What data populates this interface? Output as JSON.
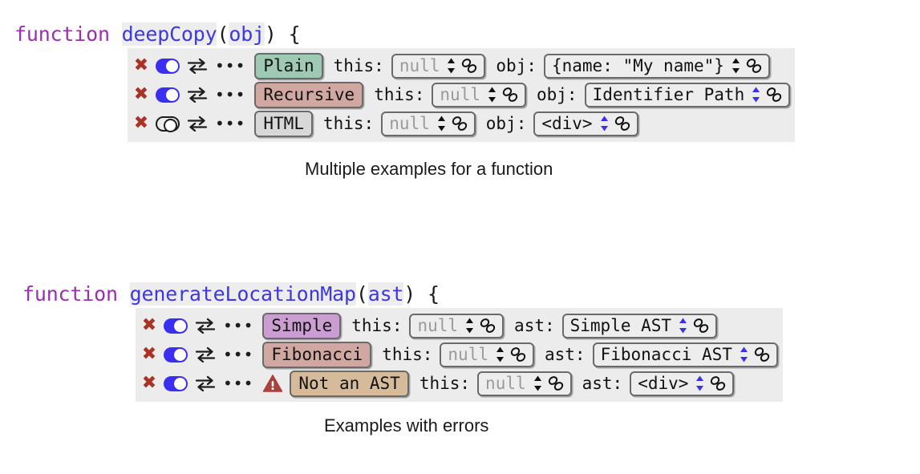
{
  "blocks": [
    {
      "signature": {
        "keyword": "function",
        "name": "deepCopy",
        "open_paren": "(",
        "param": "obj",
        "close_paren": ")",
        "brace": " {"
      },
      "caption": "Multiple examples for a function",
      "rows": [
        {
          "delete_icon": "close-icon",
          "toggle_state": "on",
          "swap_icon": "swap-arrows-icon",
          "more_icon": "more-options-icon",
          "warning": false,
          "name": "Plain",
          "name_color": "#9ec9b2",
          "args": [
            {
              "label": "this:",
              "value": "null",
              "placeholder": true,
              "spin_color": "black"
            },
            {
              "label": "obj:",
              "value": "{name: \"My name\"}",
              "placeholder": false,
              "spin_color": "black"
            }
          ]
        },
        {
          "delete_icon": "close-icon",
          "toggle_state": "on",
          "swap_icon": "swap-arrows-icon",
          "more_icon": "more-options-icon",
          "warning": false,
          "name": "Recursive",
          "name_color": "#d0a8a1",
          "args": [
            {
              "label": "this:",
              "value": "null",
              "placeholder": true,
              "spin_color": "black"
            },
            {
              "label": "obj:",
              "value": "Identifier Path",
              "placeholder": false,
              "spin_color": "blue"
            }
          ]
        },
        {
          "delete_icon": "close-icon",
          "toggle_state": "off",
          "swap_icon": "swap-arrows-icon",
          "more_icon": "more-options-icon",
          "warning": false,
          "name": "HTML",
          "name_color": "#d8d8d8",
          "args": [
            {
              "label": "this:",
              "value": "null",
              "placeholder": true,
              "spin_color": "black"
            },
            {
              "label": "obj:",
              "value": "<div>",
              "placeholder": false,
              "spin_color": "blue"
            }
          ]
        }
      ]
    },
    {
      "signature": {
        "keyword": "function",
        "name": "generateLocationMap",
        "open_paren": "(",
        "param": "ast",
        "close_paren": ")",
        "brace": " {"
      },
      "caption": "Examples with errors",
      "rows": [
        {
          "delete_icon": "close-icon",
          "toggle_state": "on",
          "swap_icon": "swap-arrows-icon",
          "more_icon": "more-options-icon",
          "warning": false,
          "name": "Simple",
          "name_color": "#cb9ed1",
          "args": [
            {
              "label": "this:",
              "value": "null",
              "placeholder": true,
              "spin_color": "black"
            },
            {
              "label": "ast:",
              "value": "Simple AST",
              "placeholder": false,
              "spin_color": "blue"
            }
          ]
        },
        {
          "delete_icon": "close-icon",
          "toggle_state": "on",
          "swap_icon": "swap-arrows-icon",
          "more_icon": "more-options-icon",
          "warning": false,
          "name": "Fibonacci",
          "name_color": "#d0a8a1",
          "args": [
            {
              "label": "this:",
              "value": "null",
              "placeholder": true,
              "spin_color": "black"
            },
            {
              "label": "ast:",
              "value": "Fibonacci AST",
              "placeholder": false,
              "spin_color": "blue"
            }
          ]
        },
        {
          "delete_icon": "close-icon",
          "toggle_state": "on",
          "swap_icon": "swap-arrows-icon",
          "more_icon": "more-options-icon",
          "warning": true,
          "warning_icon": "error-warning-icon",
          "name": "Not an AST",
          "name_color": "#d6bb9b",
          "args": [
            {
              "label": "this:",
              "value": "null",
              "placeholder": true,
              "spin_color": "black"
            },
            {
              "label": "ast:",
              "value": "<div>",
              "placeholder": false,
              "spin_color": "blue"
            }
          ]
        }
      ]
    }
  ],
  "colors": {
    "keyword": "#9b2fae",
    "identifier": "#3d38e0",
    "panel": "#ececec",
    "delete": "#a93226",
    "toggle_on": "#3a2ff0",
    "spin_active": "#3a2ff0",
    "warning": "#a9423c"
  },
  "icons": {
    "close": "✖",
    "more": "•••"
  }
}
